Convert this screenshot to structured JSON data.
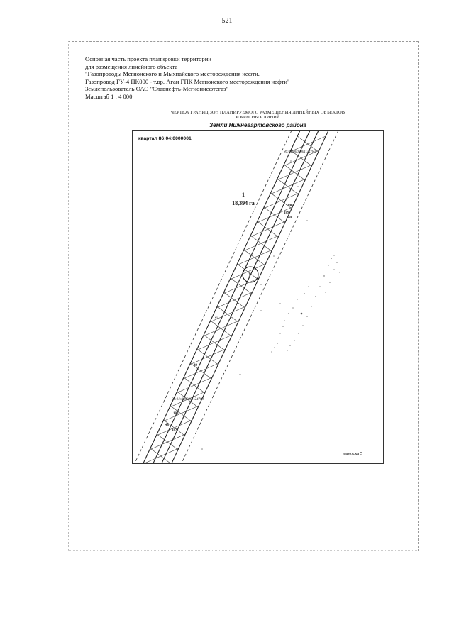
{
  "page_number": "521",
  "header": {
    "lines": [
      "Основная часть проекта планировки территории",
      "для размещения линейного объекта",
      "\"Газопроводы Мегионского и Мыхпайского месторождения нефти.",
      "Газопровод ГУ-4 ПК000 - т.вр. Аган ГПК Мегионского месторождения нефти\"",
      "Землепользователь  ОАО \"Славнефть-Мегионнефтегаз\"",
      "Масштаб 1 : 4 000"
    ]
  },
  "drawing": {
    "title_line1": "ЧЕРТЕЖ  ГРАНИЦ ЗОН ПЛАНИРУЕМОГО РАЗМЕЩЕНИЯ ЛИНЕЙНЫХ ОБЪЕКТОВ",
    "title_line2": "И КРАСНЫХ ЛИНИЙ",
    "subtitle": "Земли Нижневартовского района",
    "kvartal": "квартал 86:04:0000001",
    "area_number": "1",
    "area_value": "18,394 га",
    "cadastral_top": "86:04:0000001:24783",
    "cadastral_bottom": "86:04:0000001:24708",
    "point_labels": [
      "40",
      "190",
      "189",
      "47",
      "49",
      "188",
      "48",
      "187"
    ],
    "vynoska": "выноска 5"
  }
}
